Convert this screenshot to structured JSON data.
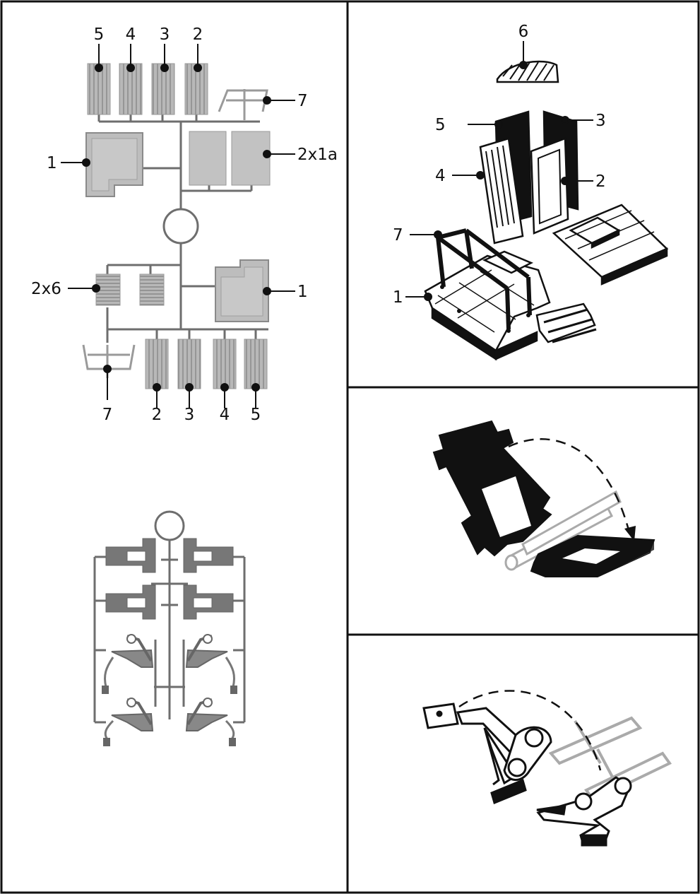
{
  "colors": {
    "part_gray": "#b3b3b3",
    "part_gray_dark": "#8c8c8c",
    "sprue_gray": "#6e6e6e",
    "ink": "#111111"
  },
  "sprue_a": {
    "top_labels": [
      "5",
      "4",
      "3",
      "2"
    ],
    "label_7_top": "7",
    "label_1_top": "1",
    "label_2x1a": "2x1a",
    "label_2x6": "2x6",
    "label_1_mid": "1",
    "label_7_bottom": "7",
    "bottom_labels": [
      "2",
      "3",
      "4",
      "5"
    ]
  },
  "assembly": {
    "label_6": "6",
    "label_5": "5",
    "label_3": "3",
    "label_4": "4",
    "label_2": "2",
    "label_7": "7",
    "label_1": "1"
  },
  "icons": {
    "sprue_b": "conveyor-parts-sprue-icon",
    "step_conveyor": "conveyor-assembly-icon",
    "step_arm": "arm-assembly-icon"
  }
}
